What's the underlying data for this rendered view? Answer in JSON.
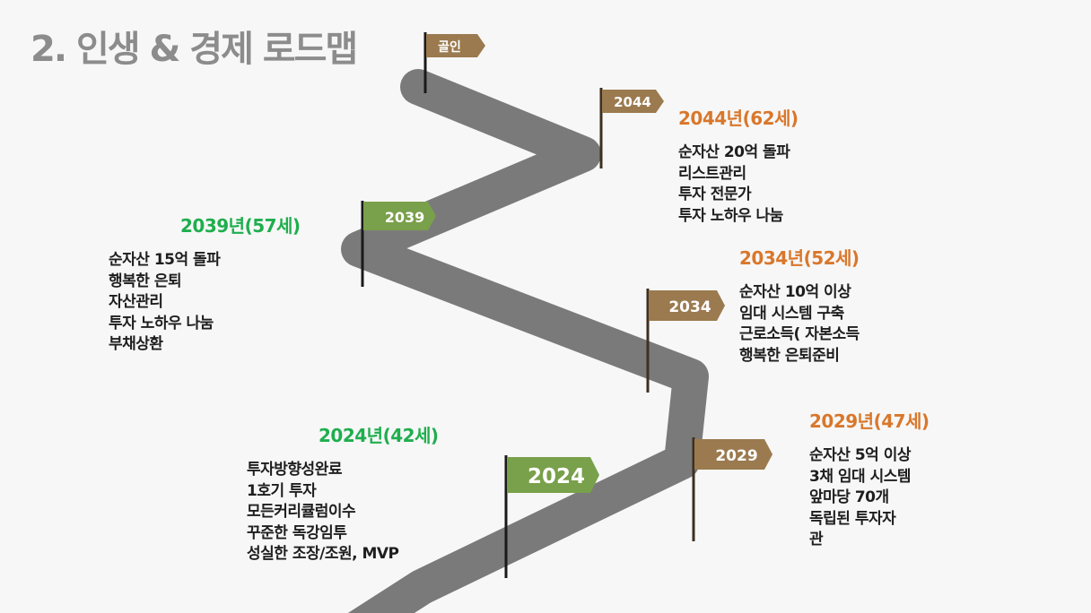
{
  "page": {
    "title": "2. 인생 & 경제 로드맵"
  },
  "colors": {
    "road": "#7a7a7a",
    "flag_brown": "#9b7a4f",
    "flag_green": "#79a04a",
    "year_orange": "#d9772b",
    "year_green": "#1fae4e"
  },
  "flags": {
    "goal": "골인",
    "y2044": "2044",
    "y2039": "2039",
    "y2034": "2034",
    "y2029": "2029",
    "y2024": "2024"
  },
  "milestones": {
    "m2044": {
      "year_label": "2044년(62세)",
      "items": [
        "순자산 20억 돌파",
        "리스트관리",
        "투자 전문가",
        "투자 노하우 나눔"
      ]
    },
    "m2039": {
      "year_label": "2039년(57세)",
      "items": [
        "순자산 15억 돌파",
        "행복한 은퇴",
        "자산관리",
        "투자 노하우 나눔",
        "부채상환"
      ]
    },
    "m2034": {
      "year_label": "2034년(52세)",
      "items": [
        "순자산 10억 이상",
        "임대 시스템 구축",
        "근로소득( 자본소득",
        "행복한 은퇴준비"
      ]
    },
    "m2029": {
      "year_label": "2029년(47세)",
      "items": [
        "순자산 5억 이상",
        "3채 임대 시스템",
        "앞마당 70개",
        "독립된 투자자",
        "관"
      ]
    },
    "m2024": {
      "year_label": "2024년(42세)",
      "items": [
        "투자방향성완료",
        "1호기 투자",
        "모든커리큘럼이수",
        "꾸준한 독강임투",
        "성실한 조장/조원, MVP"
      ]
    }
  }
}
